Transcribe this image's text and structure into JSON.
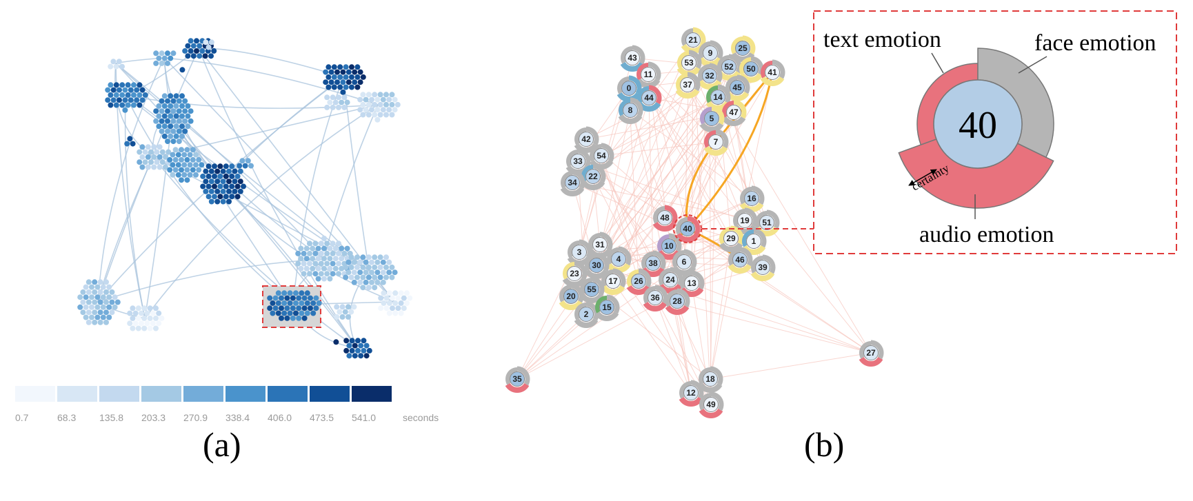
{
  "panel_a": {
    "caption": "(a)",
    "legend": {
      "ticks": [
        "0.7",
        "68.3",
        "135.8",
        "203.3",
        "270.9",
        "338.4",
        "406.0",
        "473.5",
        "541.0"
      ],
      "unit": "seconds",
      "colors": [
        "#f2f7fd",
        "#d8e7f5",
        "#c3d9ef",
        "#a4c9e4",
        "#73acd9",
        "#4a93cc",
        "#2b74b7",
        "#114f96",
        "#0a2d6a"
      ]
    }
  },
  "panel_b": {
    "caption": "(b)",
    "highlight_color": "#f6a623",
    "emotion_colors": {
      "red": "#e8727d",
      "gray": "#b5b5b5",
      "yellow": "#f3e38a",
      "blue": "#6fadcf",
      "green": "#6caf6c",
      "purple": "#b59fcd"
    },
    "nodes": [
      "21",
      "9",
      "25",
      "43",
      "53",
      "52",
      "50",
      "41",
      "11",
      "0",
      "44",
      "32",
      "37",
      "45",
      "14",
      "8",
      "47",
      "5",
      "7",
      "42",
      "54",
      "33",
      "22",
      "34",
      "16",
      "48",
      "40",
      "19",
      "51",
      "29",
      "1",
      "10",
      "3",
      "31",
      "4",
      "6",
      "30",
      "38",
      "46",
      "39",
      "23",
      "24",
      "17",
      "26",
      "13",
      "20",
      "55",
      "36",
      "28",
      "2",
      "15",
      "27",
      "35",
      "18",
      "12",
      "49"
    ]
  },
  "zoom": {
    "node_label": "40",
    "labels": {
      "text": "text emotion",
      "face": "face emotion",
      "audio": "audio emotion",
      "certainty": "certainty"
    }
  }
}
